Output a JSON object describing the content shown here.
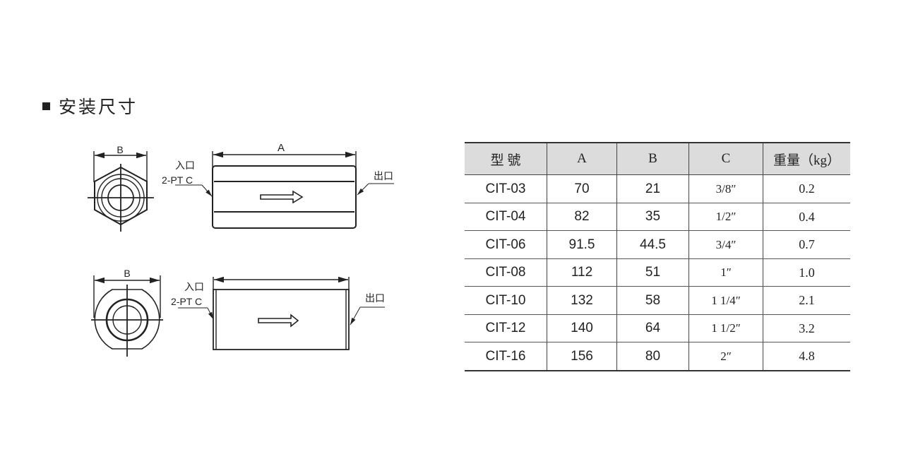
{
  "section_title": "安装尺寸",
  "drawing": {
    "dim_a": "A",
    "dim_b": "B",
    "inlet_label": "入口",
    "port_label": "2-PT C",
    "outlet_label": "出口"
  },
  "table": {
    "headers": [
      "型  號",
      "A",
      "B",
      "C",
      "重量（kg）"
    ],
    "rows": [
      [
        "CIT-03",
        "70",
        "21",
        "3/8″",
        "0.2"
      ],
      [
        "CIT-04",
        "82",
        "35",
        "1/2″",
        "0.4"
      ],
      [
        "CIT-06",
        "91.5",
        "44.5",
        "3/4″",
        "0.7"
      ],
      [
        "CIT-08",
        "112",
        "51",
        "1″",
        "1.0"
      ],
      [
        "CIT-10",
        "132",
        "58",
        "1 1/4″",
        "2.1"
      ],
      [
        "CIT-12",
        "140",
        "64",
        "1 1/2″",
        "3.2"
      ],
      [
        "CIT-16",
        "156",
        "80",
        "2″",
        "4.8"
      ]
    ]
  }
}
